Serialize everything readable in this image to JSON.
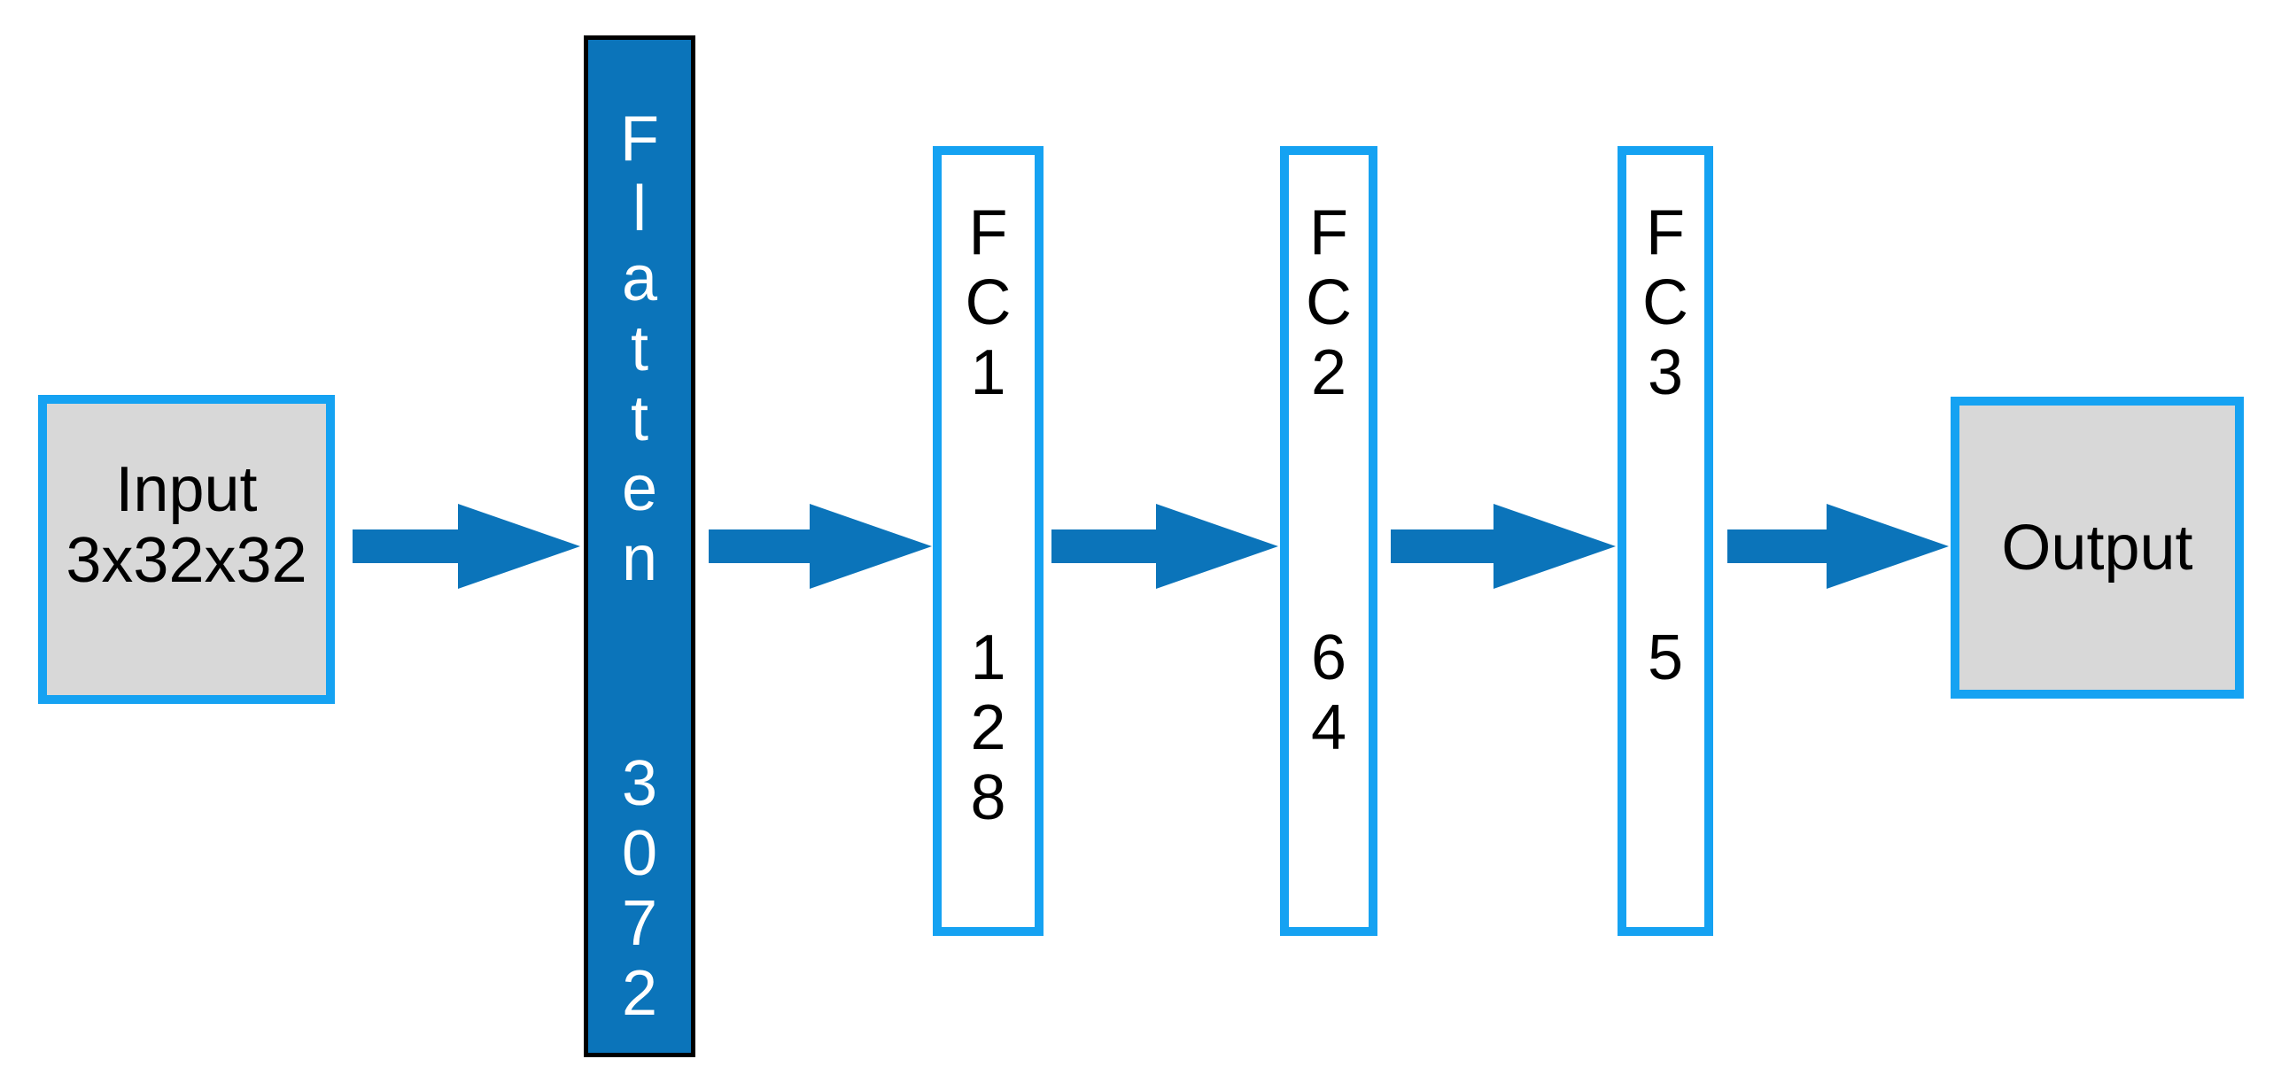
{
  "diagram": {
    "description": "Fully-connected neural network architecture",
    "colors": {
      "arrow": "#0b74ba",
      "node_border": "#15a2f2",
      "flatten_fill": "#0b74ba",
      "flatten_border": "#000000",
      "io_fill": "#d8d8d8",
      "fc_fill": "#ffffff",
      "text_dark": "#000000",
      "text_light": "#ffffff"
    },
    "input": {
      "line1": "Input",
      "line2": "3x32x32"
    },
    "flatten": {
      "name": "Flatten",
      "size": "3072"
    },
    "fc_layers": [
      {
        "name": "FC1",
        "size": "128"
      },
      {
        "name": "FC2",
        "size": "64"
      },
      {
        "name": "FC3",
        "size": "5"
      }
    ],
    "output": {
      "label": "Output"
    }
  }
}
